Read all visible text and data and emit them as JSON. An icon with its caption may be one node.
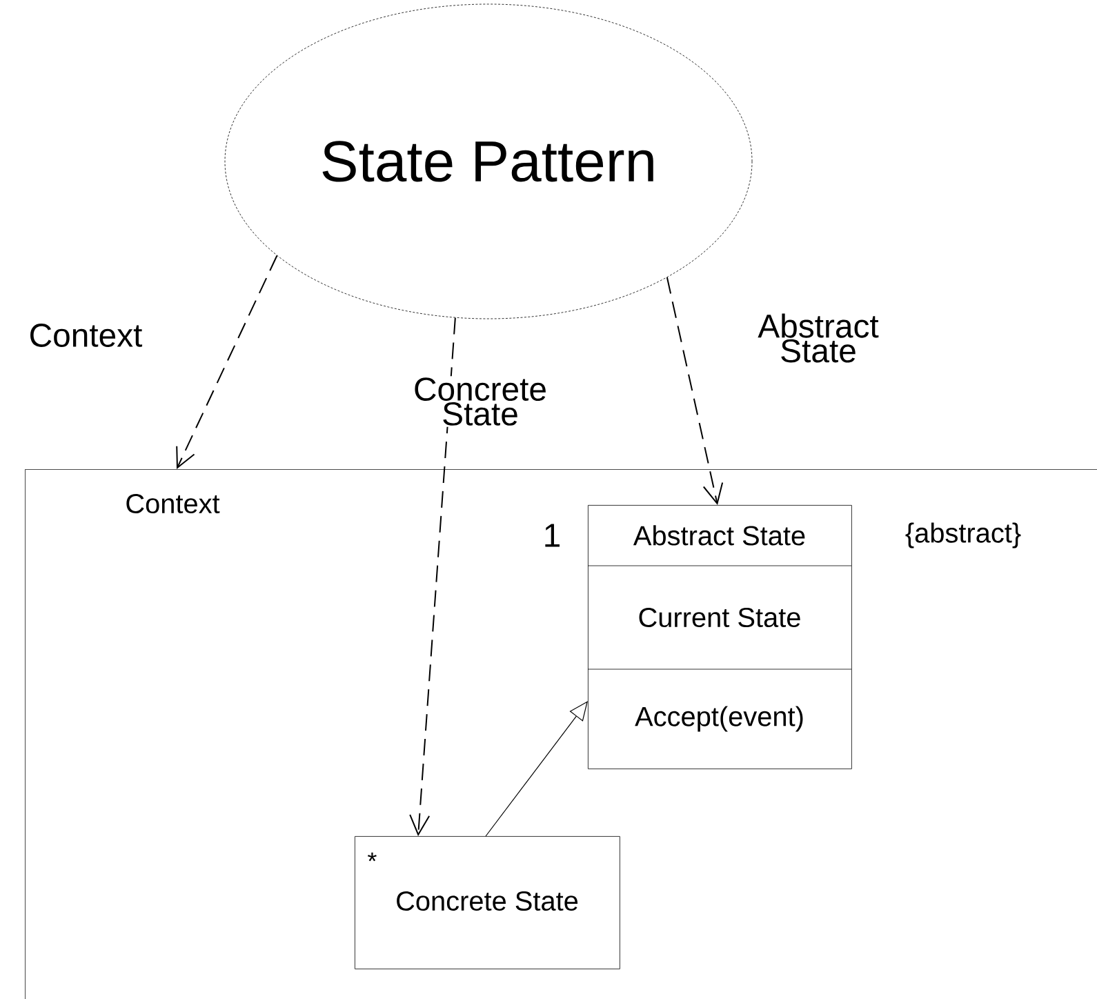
{
  "diagram": {
    "nodes": [
      {
        "text": [
          "State Pattern"
        ]
      },
      {
        "text": [
          "Context"
        ]
      },
      {
        "text": [
          "Abstract State",
          "Current State",
          "Accept(event)"
        ],
        "in": 1,
        "beside": [
          "1",
          "{abstract}"
        ]
      },
      {
        "text": [
          "*",
          "Concrete State"
        ],
        "in": 1
      }
    ],
    "edges": [
      {
        "from": 0,
        "to": 1,
        "arrow": "to",
        "style": "dashed",
        "label": "Context"
      },
      {
        "from": 0,
        "to": 3,
        "arrow": "to",
        "style": "dashed",
        "label": "Concrete State"
      },
      {
        "from": 0,
        "to": 2,
        "arrow": "to",
        "style": "dashed",
        "label": "Abstract State"
      },
      {
        "from": 3,
        "to": 2,
        "arrow": "to"
      }
    ]
  }
}
